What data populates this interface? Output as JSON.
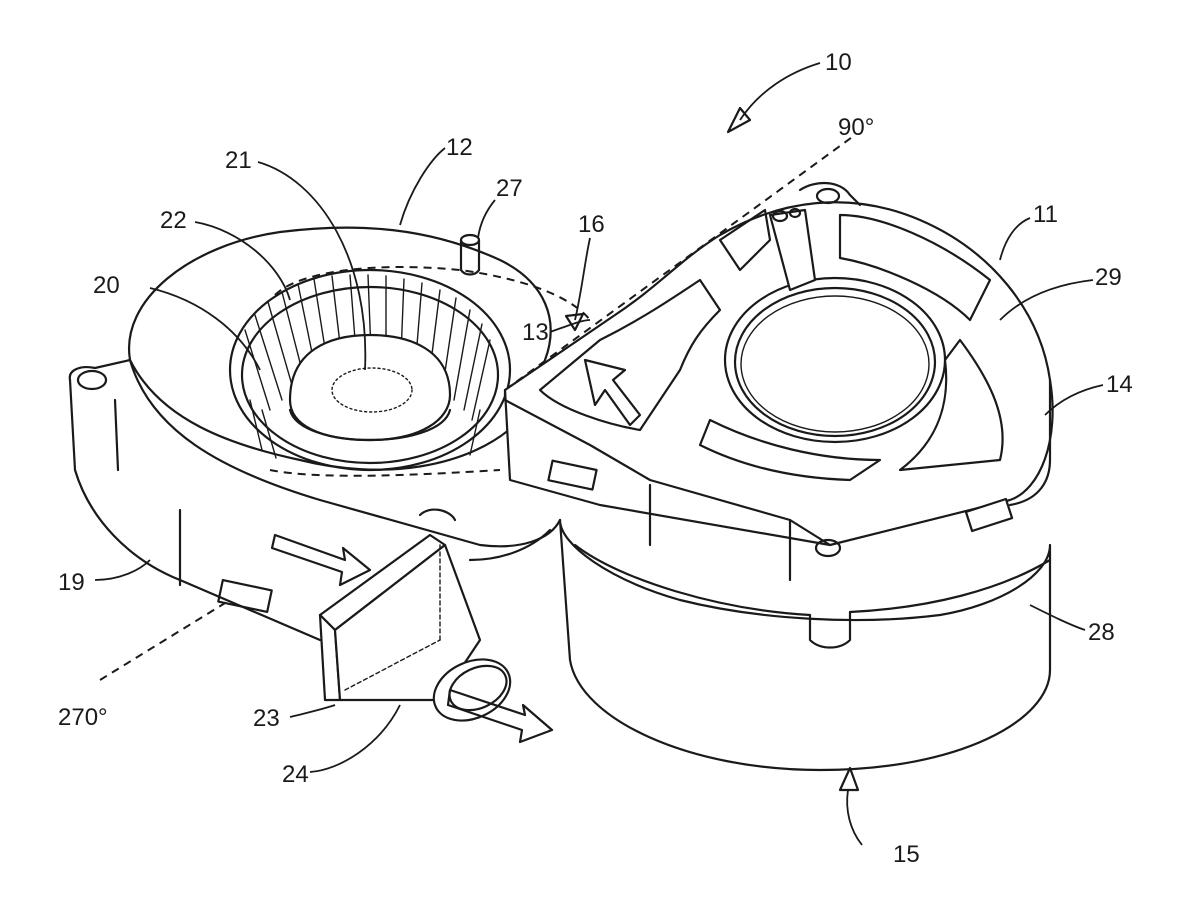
{
  "labels": {
    "l10": "10",
    "l90": "90°",
    "l12": "12",
    "l27": "27",
    "l11": "11",
    "l21": "21",
    "l22": "22",
    "l16": "16",
    "l29": "29",
    "l20": "20",
    "l13": "13",
    "l14": "14",
    "l19": "19",
    "l28": "28",
    "l270": "270°",
    "l23": "23",
    "l24": "24",
    "l15": "15"
  }
}
